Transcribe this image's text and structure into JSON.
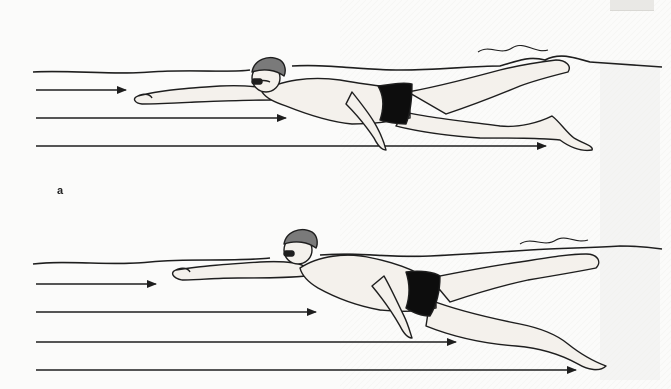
{
  "figure": {
    "panel_label_top": "a",
    "ink_color": "#1e1e1e",
    "skin_color": "#f4f1ec",
    "suit_color": "#0d0d0d",
    "paper_color": "#fbfbfa",
    "panels": [
      {
        "id": "a",
        "subject": "swimmer-stroke-extended-arms",
        "arrow_count": 3
      },
      {
        "id": "b",
        "subject": "swimmer-stroke-arms-forward",
        "arrow_count": 4
      }
    ]
  }
}
